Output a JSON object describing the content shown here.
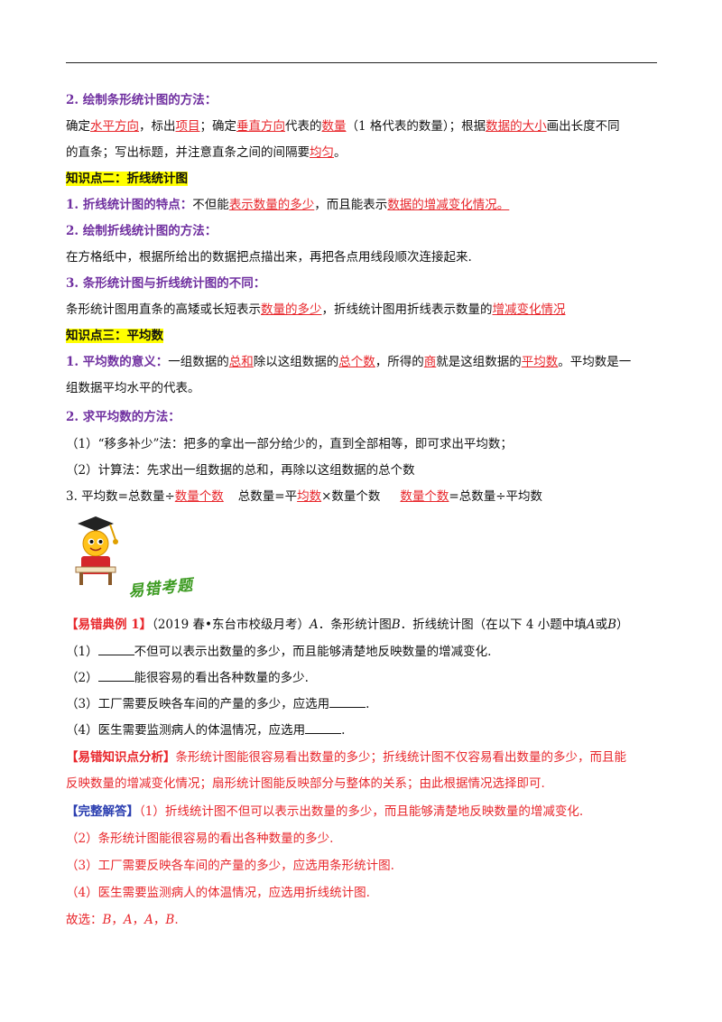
{
  "s2_title": "2. 绘制条形统计图的方法：",
  "s2_l1": {
    "t1": "确定",
    "u1": "水平方向",
    "t2": "，标出",
    "u2": "项目",
    "t3": "；确定",
    "u3": "垂直方向",
    "t4": "代表的",
    "u4": "数量",
    "t5": "（1 格代表的数量）；根据",
    "u5": "数据的大小",
    "t6": "画出长度不同"
  },
  "s2_l2": {
    "t1": "的直条；写出标题，并注意直条之间的间隔要",
    "u1": "均匀",
    "t2": "。"
  },
  "kp2_title": "知识点二：折线统计图",
  "kp2_1": {
    "label": "1. 折线统计图的特点：",
    "t1": "不但能",
    "u1": "表示数量的多少",
    "t2": "，而且能表示",
    "u2": "数据的增减变化情况。"
  },
  "kp2_2_title": "2. 绘制折线统计图的方法：",
  "kp2_2_text": "在方格纸中，根据所给出的数据把点描出来，再把各点用线段顺次连接起来.",
  "kp2_3_title": "3. 条形统计图与折线统计图的不同：",
  "kp2_3": {
    "t1": "条形统计图用直条的高矮或长短表示",
    "u1": "数量的多少",
    "t2": "，折线统计图用折线表示数量的",
    "u2": "增减变化情况"
  },
  "kp3_title": "知识点三：平均数",
  "kp3_1": {
    "label": "1. 平均数的意义：",
    "t1": "一组数据的",
    "u1": "总和",
    "t2": "除以这组数据的",
    "u2": "总个数",
    "t3": "，所得的",
    "u3": "商",
    "t4": "就是这组数据的",
    "u4": "平均数",
    "t5": "。平均数是一",
    "l2": "组数据平均水平的代表。"
  },
  "kp3_2_title": "2. 求平均数的方法：",
  "kp3_2_a": "（1）“移多补少”法：把多的拿出一部分给少的，直到全部相等，即可求出平均数；",
  "kp3_2_b": "（2）计算法：先求出一组数据的总和，再除以这组数据的总个数",
  "kp3_3": {
    "t1": "3. 平均数=总数量÷",
    "u1": "数量个数",
    "t2": "总数量=平",
    "u2": "均数",
    "t3": "×数量个数",
    "u3": "数量个数",
    "t4": "=总数量÷平均数"
  },
  "mascot_title": "易错考题",
  "ex": {
    "tag": "【易错典例 1】",
    "t1": "（2019 春•东台市校级月考）",
    "a": "A",
    "t2": "．条形统计图",
    "b": "B",
    "t3": "．折线统计图（在以下 4 小题中填",
    "a2": "A",
    "t4": "或",
    "b2": "B",
    "t5": "）"
  },
  "q1_pre": "（1）",
  "q1_post": "不但可以表示出数量的多少，而且能够清楚地反映数量的增减变化.",
  "q2_pre": "（2）",
  "q2_post": "能很容易的看出各种数量的多少.",
  "q3": "（3）工厂需要反映各车间的产量的多少，应选用",
  "q3_end": ".",
  "q4": "（4）医生需要监测病人的体温情况，应选用",
  "q4_end": ".",
  "an": {
    "tag": "【易错知识点分析】",
    "t1": "条形统计图能很容易看出数量的多少；折线统计图不仅容易看出数量的多少，而且能",
    "l2": "反映数量的增减变化情况；扇形统计图能反映部分与整体的关系；由此根据情况选择即可."
  },
  "sol": {
    "tag": "【完整解答】",
    "t1": "（1）折线统计图不但可以表示出数量的多少，而且能够清楚地反映数量的增减变化.",
    "l2": "（2）条形统计图能很容易的看出各种数量的多少.",
    "l3": "（3）工厂需要反映各车间的产量的多少，应选用条形统计图.",
    "l4": "（4）医生需要监测病人的体温情况，应选用折线统计图."
  },
  "final": {
    "t1": "故选：",
    "a1": "B",
    "s1": "，",
    "a2": "A",
    "s2": "，",
    "a3": "A",
    "s3": "，",
    "a4": "B",
    "s4": "."
  },
  "colors": {
    "purple": "#7030a0",
    "red": "#e8262b",
    "highlight": "#ffff00",
    "green": "#3d9b22"
  }
}
